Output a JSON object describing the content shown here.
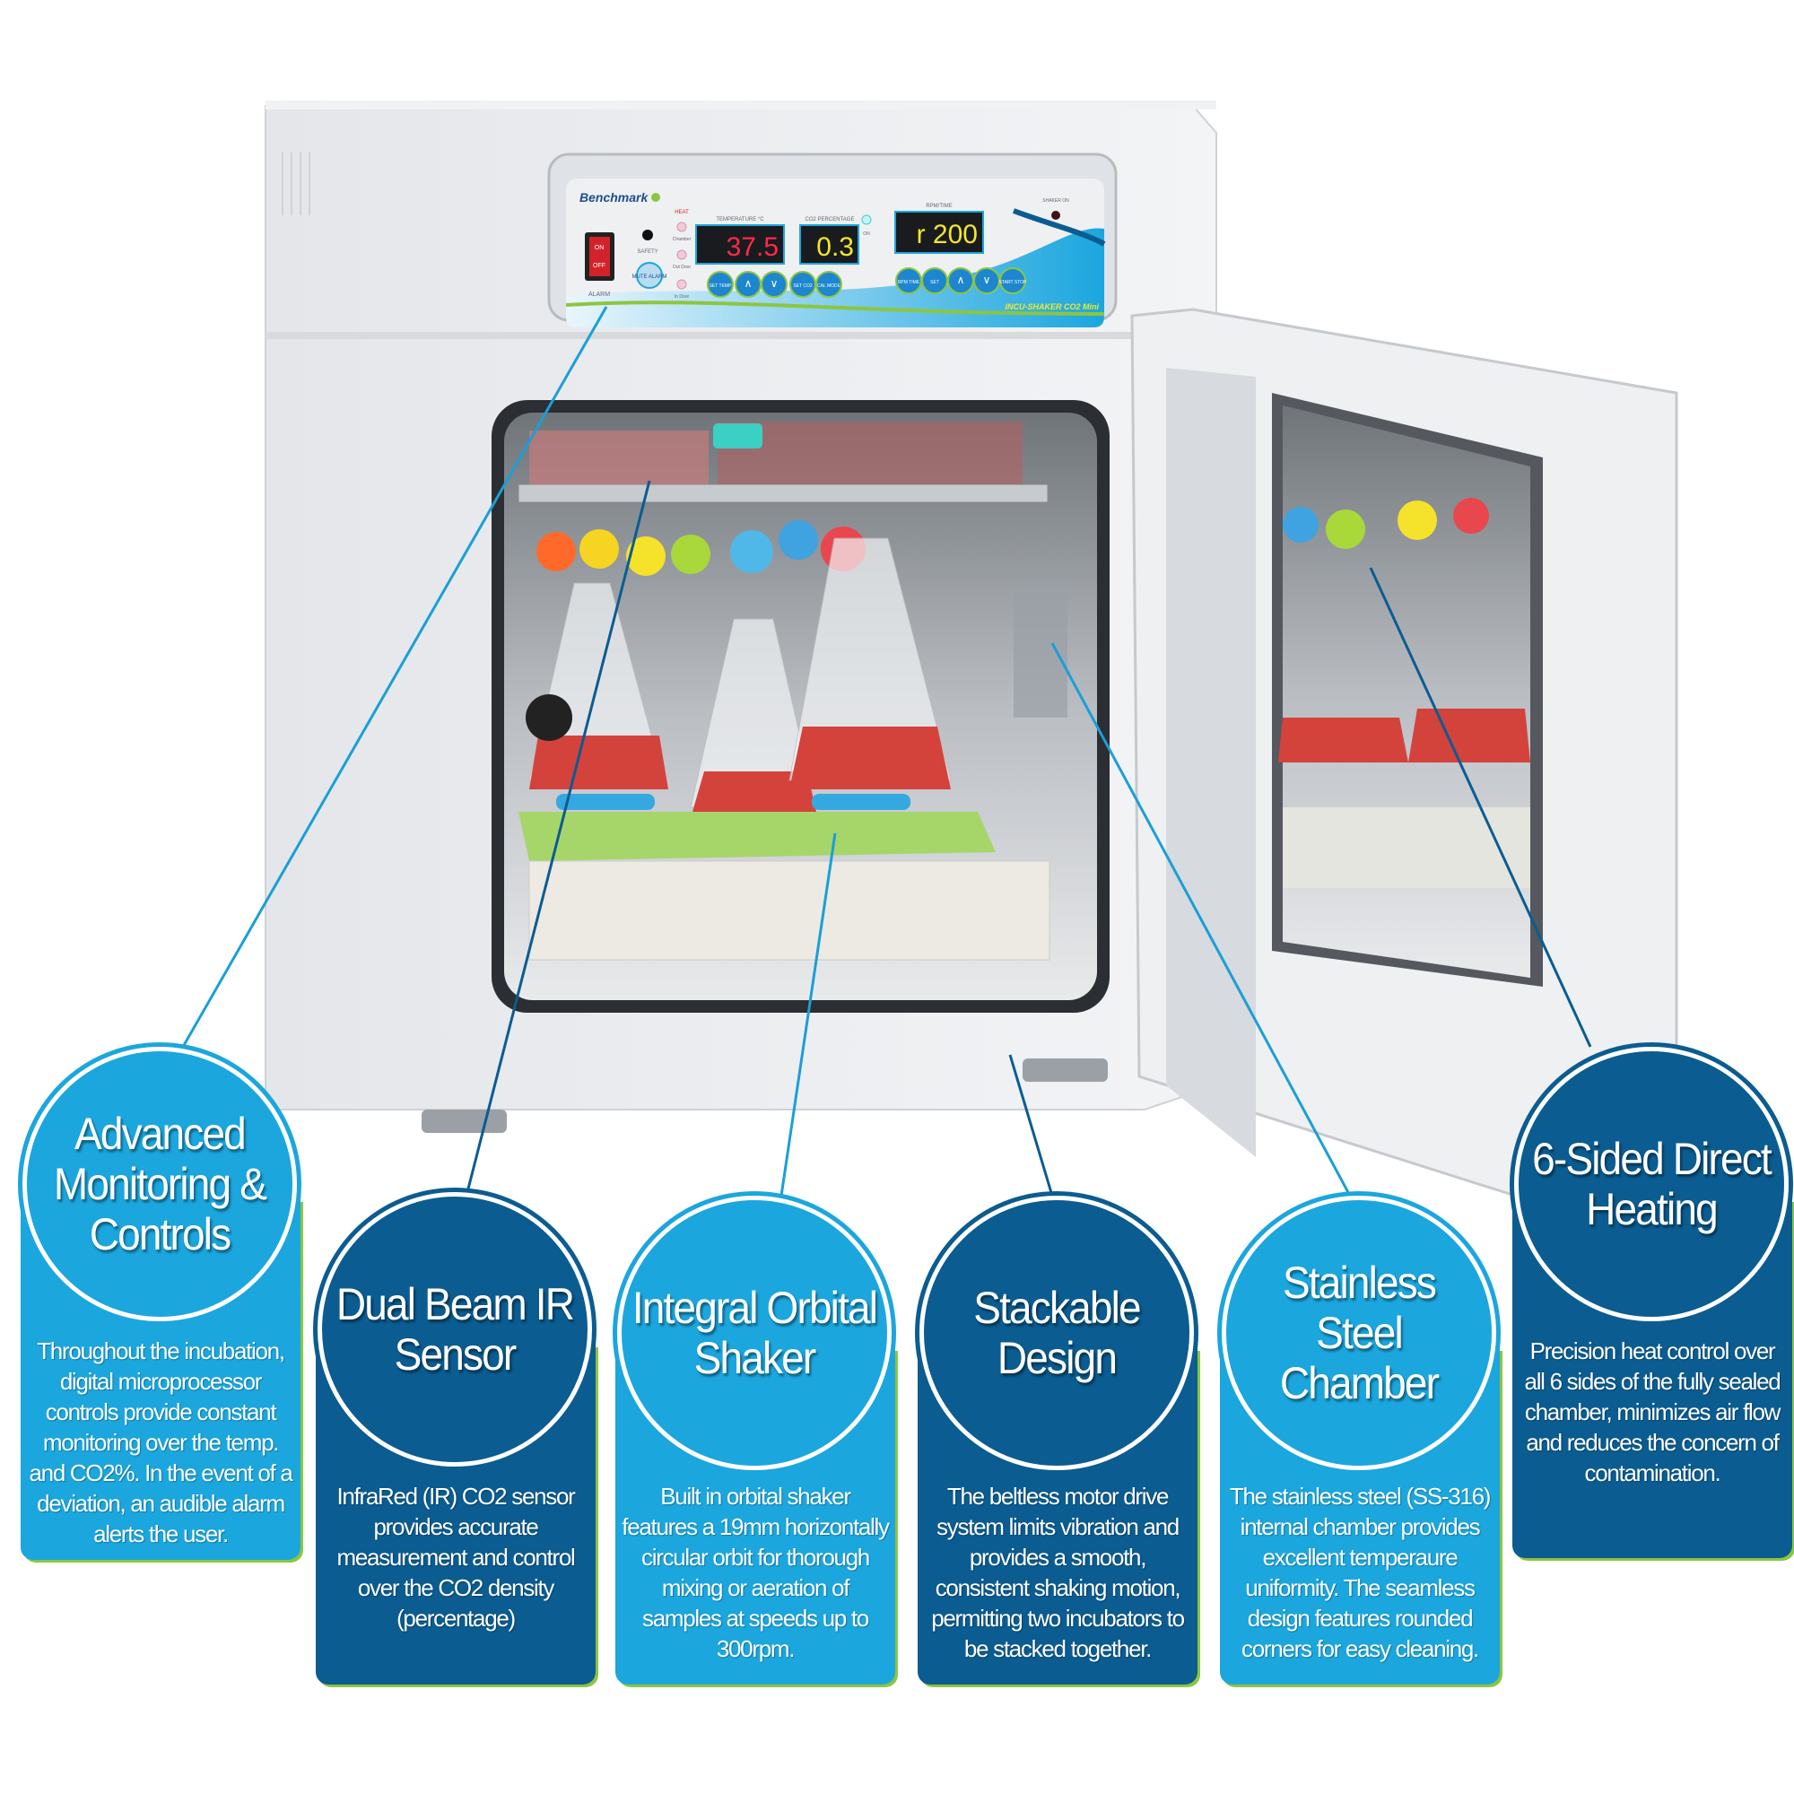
{
  "colors": {
    "light_blue": "#1ba6de",
    "dark_blue": "#0b5c91",
    "accent_green": "#8cc63f",
    "leader_line": "#1a9fd6"
  },
  "product": {
    "panel": {
      "brand": "Benchmark",
      "power_on": "ON",
      "power_off": "OFF",
      "alarm_label": "ALARM",
      "safety_label": "SAFETY",
      "mute_alarm": "MUTE ALARM",
      "heat_label": "HEAT",
      "led_chamber": "Chamber",
      "led_out_door": "Out Door",
      "led_in_door": "In Door",
      "temperature_label": "TEMPERATURE °C",
      "temperature_value": "37.5",
      "co2_label": "CO2 PERCENTAGE",
      "co2_value": "0.3",
      "co2_on": "ON",
      "rpm_label": "RPM/TIME",
      "rpm_value": "r 200",
      "shaker_on": "SHAKER ON",
      "model": "INCU-SHAKER CO2 Mini",
      "buttons_left": [
        "SET TEMP",
        "∧",
        "∨",
        "SET CO2",
        "CAL MODE"
      ],
      "buttons_right": [
        "RPM TIME",
        "SET",
        "∧",
        "∨",
        "START STOP"
      ]
    }
  },
  "features": [
    {
      "title": "Advanced Monitoring & Controls",
      "description": "Throughout the incubation, digital microprocessor controls provide constant monitoring over the temp. and CO2%.  In the event of a deviation, an audible alarm alerts the user."
    },
    {
      "title": "Dual Beam IR Sensor",
      "description": "InfraRed (IR) CO2 sensor provides accurate measurement and control over the CO2 density (percentage)"
    },
    {
      "title": "Integral Orbital Shaker",
      "description": "Built in orbital shaker features a 19mm horizontally circular orbit for thorough mixing or aeration of samples at speeds up to 300rpm."
    },
    {
      "title": "Stackable Design",
      "description": "The beltless motor drive system limits vibration and provides a smooth, consistent shaking motion, permitting two incubators to be stacked together."
    },
    {
      "title": "Stainless Steel Chamber",
      "description": "The stainless steel (SS-316) internal chamber provides excellent temperaure uniformity.  The seamless design features rounded corners for easy cleaning."
    },
    {
      "title": "6-Sided Direct Heating",
      "description": "Precision heat control over all 6 sides of the fully sealed chamber, minimizes air flow and reduces the concern of contamination."
    }
  ]
}
